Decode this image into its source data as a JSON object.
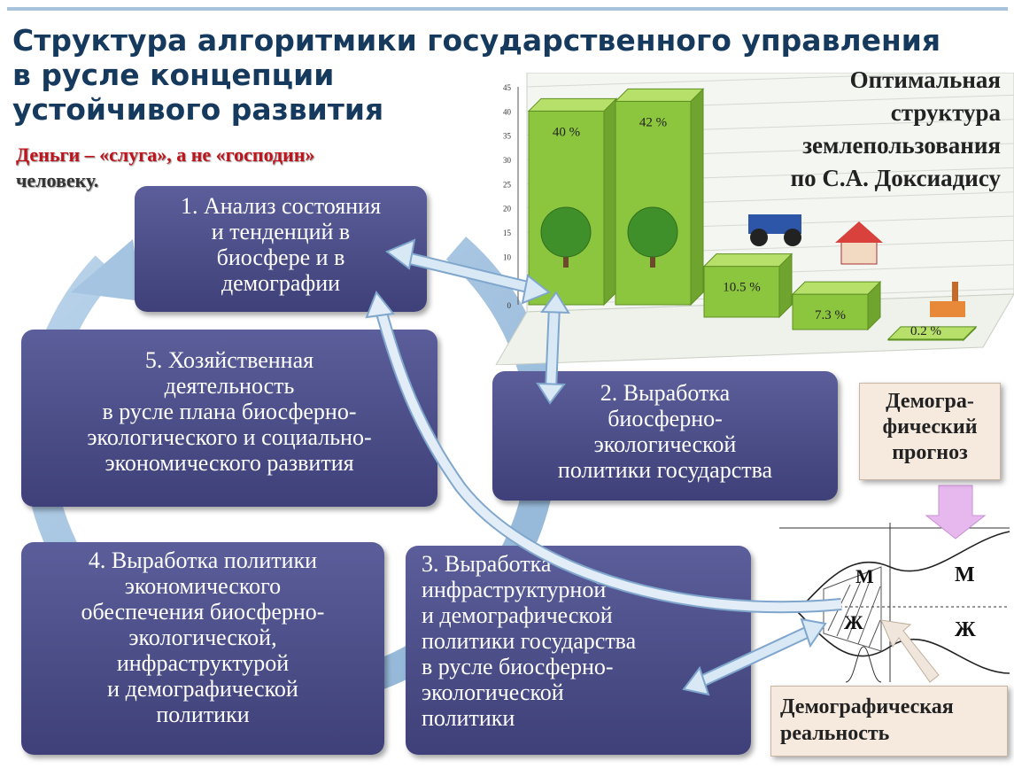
{
  "title": {
    "line1": "Структура алгоритмики государственного управления",
    "line2": "в русле концепции",
    "line3": "устойчивого развития"
  },
  "motto": {
    "line1": "Деньги – «слуга», а не «господин»",
    "line2": "человеку."
  },
  "boxes": {
    "box1": [
      "1. Анализ состояния",
      "и тенденций в",
      "биосфере и в",
      "демографии"
    ],
    "box2": [
      "2. Выработка",
      "биосферно-",
      "экологической",
      "политики государства"
    ],
    "box3": [
      "3. Выработка",
      "инфраструктурной",
      "и демографической",
      "политики государства",
      "в русле биосферно-",
      "экологической",
      "политики"
    ],
    "box4": [
      "4. Выработка политики",
      "экономического",
      "обеспечения биосферно-",
      "экологической,",
      "инфраструктурой",
      "и демографической",
      "политики"
    ],
    "box5": [
      "5. Хозяйственная",
      "деятельность",
      "в русле плана биосферно-",
      "экологического и социально-",
      "экономического развития"
    ]
  },
  "land_use": {
    "title_lines": [
      "Оптимальная",
      "структура",
      "землепользования",
      "по С.А. Доксиадису"
    ]
  },
  "demography": {
    "forecast_lines": [
      "Демогра-",
      "фический",
      "прогноз"
    ],
    "reality_lines": [
      "Демографическая",
      "реальность"
    ],
    "label_m": "М",
    "label_zh": "Ж"
  },
  "chart_data": {
    "type": "bar",
    "title": "Оптимальная структура землепользования по С.А. Доксиадису",
    "categories": [
      "",
      "",
      "",
      "",
      ""
    ],
    "values": [
      40,
      42,
      10.5,
      7.3,
      0.2
    ],
    "data_labels": [
      "40 %",
      "42 %",
      "10.5 %",
      "7.3 %",
      "0.2 %"
    ],
    "ylim": [
      0,
      45
    ],
    "yticks": [
      0,
      5,
      10,
      15,
      20,
      25,
      30,
      35,
      40,
      45
    ],
    "grid": true,
    "colors": {
      "bar_front": "#8cc63f",
      "bar_side": "#6fa52e",
      "bar_top": "#b6e06a"
    }
  },
  "colors": {
    "title": "#163a5e",
    "box": "#4a4b85",
    "motto": "#c0141c",
    "cycle_arrow": "#9dbfde"
  }
}
